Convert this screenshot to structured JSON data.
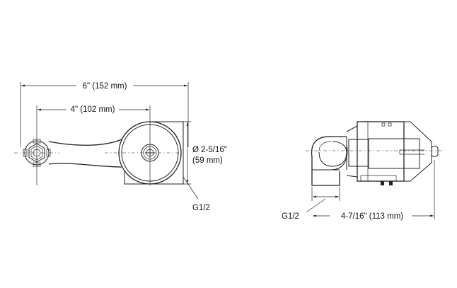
{
  "dimensions": {
    "overall_width": "6\" (152 mm)",
    "center_spacing": "4\" (102 mm)",
    "diameter": "Ø 2-5/16\"",
    "diameter_mm": "(59 mm)",
    "thread_front": "G1/2",
    "thread_side": "G1/2",
    "depth": "4-7/16\" (113 mm)"
  }
}
